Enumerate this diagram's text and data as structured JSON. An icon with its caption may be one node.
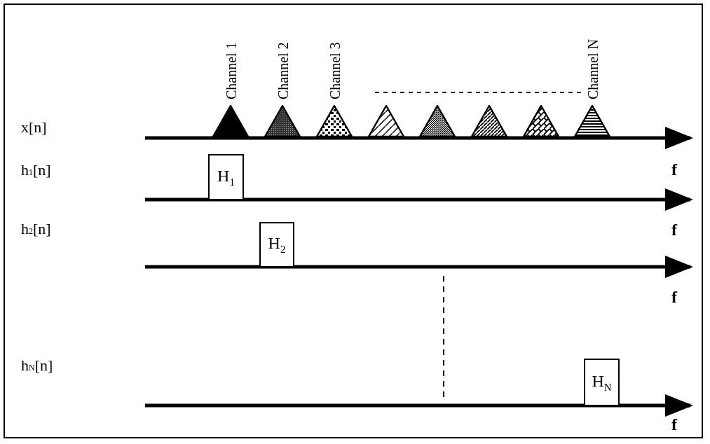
{
  "diagram": {
    "nodes": [
      {
        "text": [
          "H$_{1}$"
        ]
      },
      {
        "text": [
          "H$_{2}$"
        ]
      },
      {
        "text": [
          "H$_{N}$"
        ]
      }
    ],
    "labels": [
      "Channel 1",
      "Channel 2",
      "Channel 3",
      "Channel N",
      "x[n]",
      "h$_{1}$[n]",
      "f",
      "h$_{2}$[n]",
      "f",
      "f",
      "h$_{N}$[n]",
      "f"
    ]
  }
}
